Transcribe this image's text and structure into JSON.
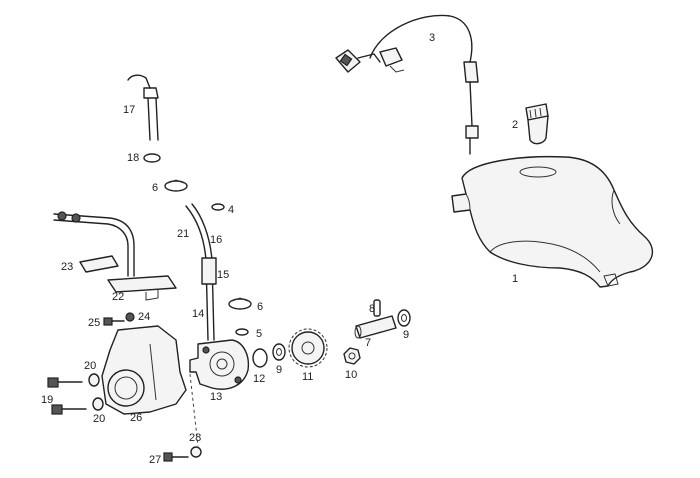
{
  "callouts": [
    {
      "id": "1",
      "text": "1"
    },
    {
      "id": "2",
      "text": "2"
    },
    {
      "id": "3",
      "text": "3"
    },
    {
      "id": "4",
      "text": "4"
    },
    {
      "id": "5",
      "text": "5"
    },
    {
      "id": "6a",
      "text": "6"
    },
    {
      "id": "6b",
      "text": "6"
    },
    {
      "id": "7",
      "text": "7"
    },
    {
      "id": "8",
      "text": "8"
    },
    {
      "id": "9a",
      "text": "9"
    },
    {
      "id": "9b",
      "text": "9"
    },
    {
      "id": "10",
      "text": "10"
    },
    {
      "id": "11",
      "text": "11"
    },
    {
      "id": "12",
      "text": "12"
    },
    {
      "id": "13",
      "text": "13"
    },
    {
      "id": "14",
      "text": "14"
    },
    {
      "id": "15",
      "text": "15"
    },
    {
      "id": "16",
      "text": "16"
    },
    {
      "id": "17",
      "text": "17"
    },
    {
      "id": "18",
      "text": "18"
    },
    {
      "id": "19",
      "text": "19"
    },
    {
      "id": "20a",
      "text": "20"
    },
    {
      "id": "20b",
      "text": "20"
    },
    {
      "id": "21",
      "text": "21"
    },
    {
      "id": "22",
      "text": "22"
    },
    {
      "id": "23",
      "text": "23"
    },
    {
      "id": "24",
      "text": "24"
    },
    {
      "id": "25",
      "text": "25"
    },
    {
      "id": "26",
      "text": "26"
    },
    {
      "id": "27",
      "text": "27"
    },
    {
      "id": "28",
      "text": "28"
    }
  ]
}
